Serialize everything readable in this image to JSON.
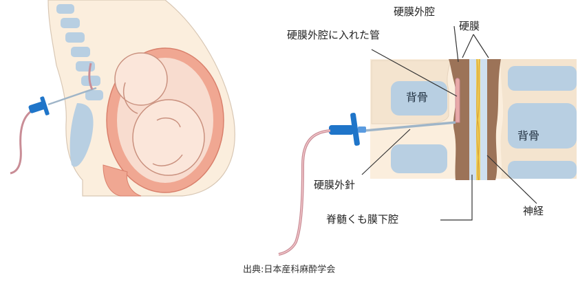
{
  "labels": {
    "epidural_space": "硬膜外腔",
    "dura": "硬膜",
    "catheter_in_epidural": "硬膜外腔に入れた管",
    "spine_upper": "背骨",
    "spine_right": "背骨",
    "epidural_needle": "硬膜外針",
    "nerve": "神経",
    "subarachnoid_space": "脊髄くも膜下腔"
  },
  "source": "出典:日本産科麻酔学会",
  "colors": {
    "skin": "#fbeedd",
    "bone": "#b8cfe2",
    "uterus": "#f0a792",
    "dura": "#9c7358",
    "nerve": "#f2d25a",
    "needle_hub": "#1f75c9",
    "tube": "#c98d96"
  }
}
